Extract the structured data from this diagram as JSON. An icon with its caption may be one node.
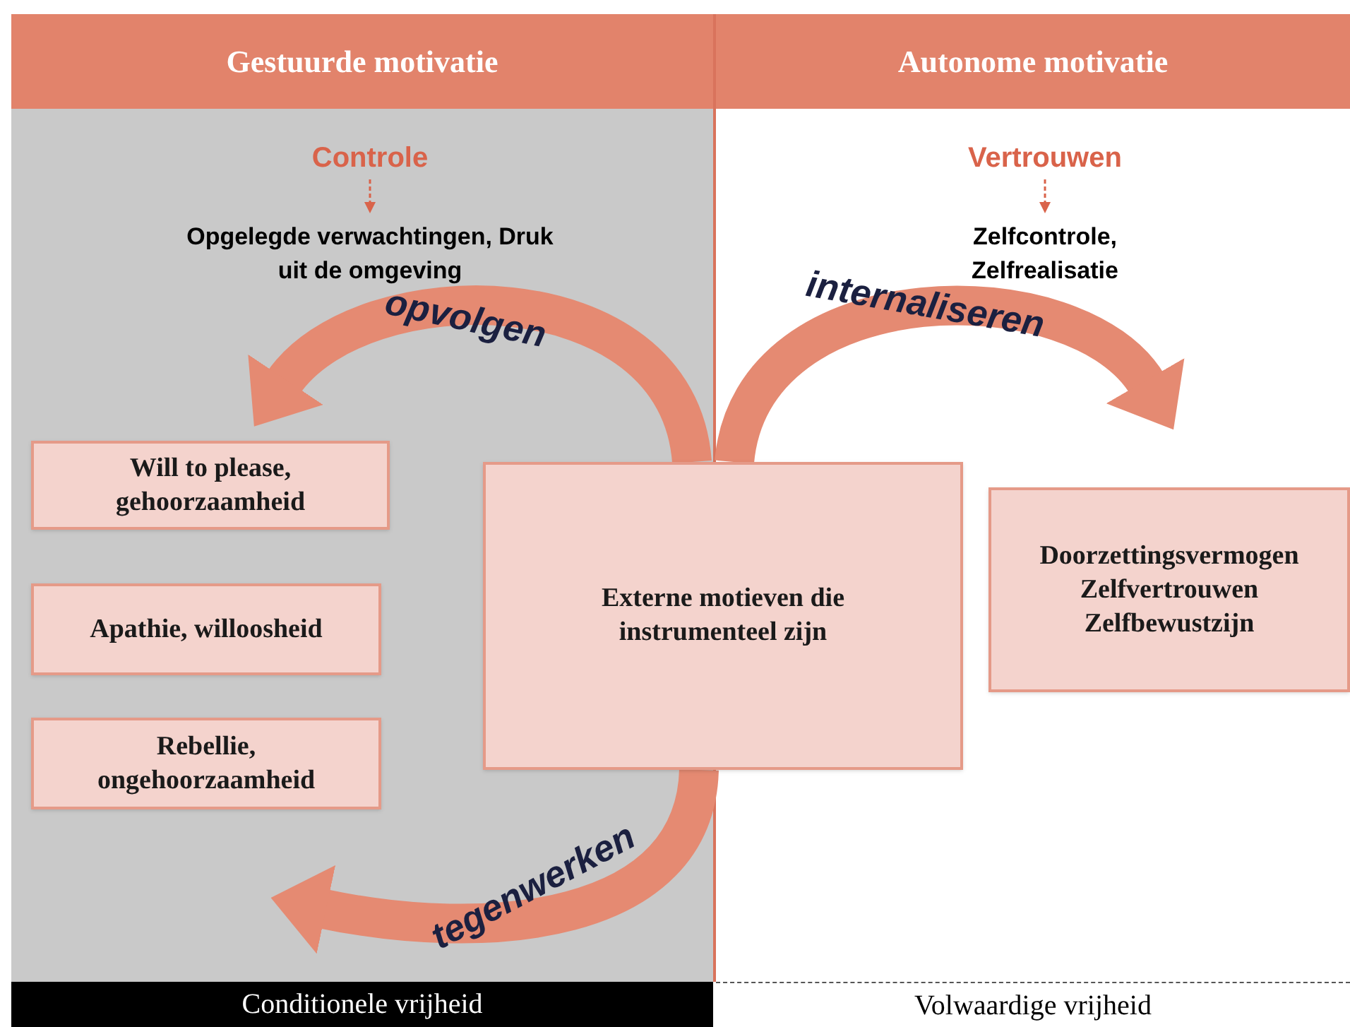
{
  "diagram": {
    "nodes": [
      {
        "text": [
          "Gestuurde motivatie"
        ]
      },
      {
        "text": [
          "Autonome motivatie"
        ]
      },
      {
        "text": [
          "Controle"
        ]
      },
      {
        "text": [
          "Opgelegde verwachtingen, Druk uit de omgeving"
        ]
      },
      {
        "text": [
          "Vertrouwen"
        ]
      },
      {
        "text": [
          "Zelfcontrole, Zelfrealisatie"
        ]
      },
      {
        "text": [
          "Will to please, gehoorzaamheid"
        ]
      },
      {
        "text": [
          "Apathie, willoosheid"
        ]
      },
      {
        "text": [
          "Rebellie, ongehoorzaamheid"
        ]
      },
      {
        "text": [
          "Externe motieven die instrumenteel zijn"
        ]
      },
      {
        "text": [
          "Doorzettingsvermogen Zelfvertrouwen Zelfbewustzijn"
        ]
      },
      {
        "text": [
          "Conditionele vrijheid"
        ]
      },
      {
        "text": [
          "Volwaardige vrijheid"
        ]
      }
    ],
    "edges": [
      {
        "from": 2,
        "to": 3,
        "arrow": "to",
        "style": "dashed"
      },
      {
        "from": 4,
        "to": 5,
        "arrow": "to",
        "style": "dashed"
      },
      {
        "from": 9,
        "to": 6,
        "arrow": "to",
        "label": "opvolgen"
      },
      {
        "from": 9,
        "to": 10,
        "arrow": "to",
        "label": "internaliseren"
      },
      {
        "from": 9,
        "to": 8,
        "arrow": "to",
        "label": "tegenwerken"
      }
    ]
  }
}
